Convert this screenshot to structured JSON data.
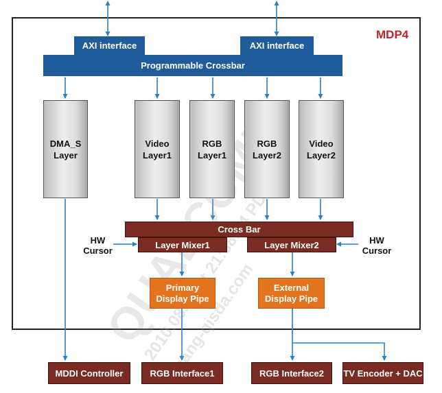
{
  "title": "MDP4",
  "axi": [
    "AXI interface",
    "AXI interface"
  ],
  "crossbar_top": "Programmable Crossbar",
  "layers": [
    {
      "line1": "DMA_S",
      "line2": "Layer"
    },
    {
      "line1": "Video",
      "line2": "Layer1"
    },
    {
      "line1": "RGB",
      "line2": "Layer1"
    },
    {
      "line1": "RGB",
      "line2": "Layer2"
    },
    {
      "line1": "Video",
      "line2": "Layer2"
    }
  ],
  "crossbar_mid": "Cross Bar",
  "mixers": [
    "Layer Mixer1",
    "Layer Mixer2"
  ],
  "hw_cursor": [
    {
      "line1": "HW",
      "line2": "Cursor"
    },
    {
      "line1": "HW",
      "line2": "Cursor"
    }
  ],
  "pipes": [
    {
      "line1": "Primary",
      "line2": "Display Pipe"
    },
    {
      "line1": "External",
      "line2": "Display Pipe"
    }
  ],
  "outputs": [
    "MDDI Controller",
    "RGB Interface1",
    "RGB Interface2",
    "TV Encoder + DAC"
  ],
  "watermark": {
    "brand": "QUALCOMM",
    "line1": "2010.08.16 at 21:38:14 PDT",
    "line2": "zhang-qisda.com"
  },
  "colors": {
    "blue": "#1f5c99",
    "maroon": "#7a2b22",
    "orange": "#e2741f",
    "arrow": "#2a7fc9",
    "title": "#c0242a"
  }
}
